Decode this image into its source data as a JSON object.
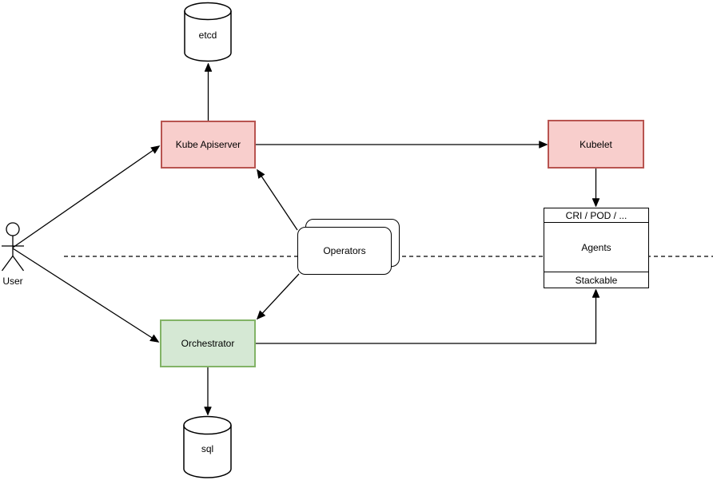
{
  "diagram": {
    "description": "Architecture diagram: user interacting with Kube Apiserver and Orchestrator, operators bridging both sides of a dashed boundary, agents stack on nodes",
    "colors": {
      "background": "#ffffff",
      "red_node_fill": "#f8cecc",
      "red_node_stroke": "#b85450",
      "green_node_fill": "#d5e8d4",
      "green_node_stroke": "#82b366",
      "plain_node_fill": "#ffffff",
      "line_color": "#000000"
    },
    "nodes": {
      "etcd": {
        "label": "etcd",
        "shape": "cylinder"
      },
      "kube_apiserver": {
        "label": "Kube Apiserver",
        "shape": "rectangle",
        "fill": "#f8cecc"
      },
      "kubelet": {
        "label": "Kubelet",
        "shape": "rectangle",
        "fill": "#f8cecc"
      },
      "agents_stack": {
        "top_label": "CRI / POD / ...",
        "middle_label": "Agents",
        "bottom_label": "Stackable",
        "shape": "stacked-sections-rectangle"
      },
      "operators": {
        "label": "Operators",
        "shape": "double-rounded-rectangle"
      },
      "orchestrator": {
        "label": "Orchestrator",
        "shape": "rectangle",
        "fill": "#d5e8d4"
      },
      "sql": {
        "label": "sql",
        "shape": "cylinder"
      },
      "user": {
        "label": "User",
        "shape": "actor"
      }
    },
    "edges": [
      {
        "name": "user-to-kube-apiserver",
        "from": "user",
        "to": "kube_apiserver",
        "style": "solid",
        "arrow": "end"
      },
      {
        "name": "user-to-orchestrator",
        "from": "user",
        "to": "orchestrator",
        "style": "solid",
        "arrow": "end"
      },
      {
        "name": "kube-apiserver-to-etcd",
        "from": "kube_apiserver",
        "to": "etcd",
        "style": "solid",
        "arrow": "end"
      },
      {
        "name": "kube-apiserver-to-kubelet",
        "from": "kube_apiserver",
        "to": "kubelet",
        "style": "solid",
        "arrow": "end"
      },
      {
        "name": "kubelet-to-agents-stack",
        "from": "kubelet",
        "to": "agents_stack",
        "style": "solid",
        "arrow": "end"
      },
      {
        "name": "operators-to-kube-apiserver",
        "from": "operators",
        "to": "kube_apiserver",
        "style": "solid",
        "arrow": "end"
      },
      {
        "name": "operators-to-orchestrator",
        "from": "operators",
        "to": "orchestrator",
        "style": "solid",
        "arrow": "end"
      },
      {
        "name": "orchestrator-to-sql",
        "from": "orchestrator",
        "to": "sql",
        "style": "solid",
        "arrow": "end"
      },
      {
        "name": "orchestrator-to-agents-stack",
        "from": "orchestrator",
        "to": "agents_stack",
        "style": "solid-elbow",
        "arrow": "end"
      },
      {
        "name": "boundary-line",
        "style": "dashed",
        "arrow": "none"
      }
    ]
  }
}
